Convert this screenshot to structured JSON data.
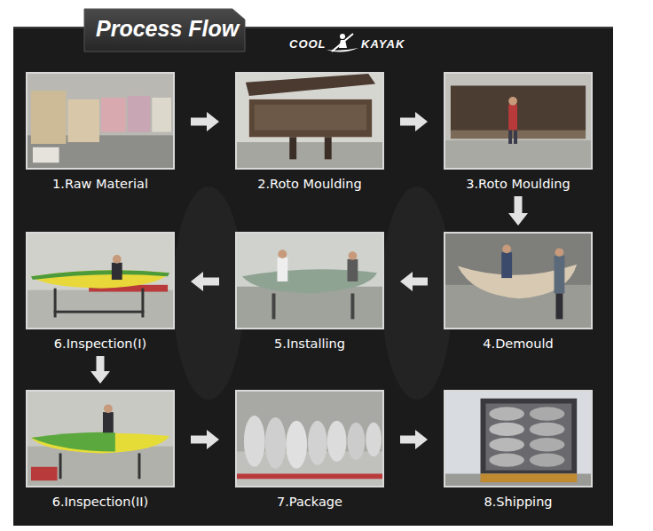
{
  "diagram": {
    "title": "Process Flow",
    "nodes": [
      {
        "text": [
          "1.Raw Material"
        ]
      },
      {
        "text": [
          "2.Roto Moulding"
        ]
      },
      {
        "text": [
          "3.Roto Moulding"
        ]
      },
      {
        "text": [
          "4.Demould"
        ]
      },
      {
        "text": [
          "5.Installing"
        ]
      },
      {
        "text": [
          "6.Inspection(I)"
        ]
      },
      {
        "text": [
          "6.Inspection(II)"
        ]
      },
      {
        "text": [
          "7.Package"
        ]
      },
      {
        "text": [
          "8.Shipping"
        ]
      }
    ],
    "edges": [
      {
        "from": 0,
        "to": 1,
        "arrow": "to"
      },
      {
        "from": 1,
        "to": 2,
        "arrow": "to"
      },
      {
        "from": 2,
        "to": 3,
        "arrow": "to"
      },
      {
        "from": 3,
        "to": 4,
        "arrow": "to"
      },
      {
        "from": 4,
        "to": 5,
        "arrow": "to"
      },
      {
        "from": 5,
        "to": 6,
        "arrow": "to"
      },
      {
        "from": 6,
        "to": 7,
        "arrow": "to"
      },
      {
        "from": 7,
        "to": 8,
        "arrow": "to"
      }
    ],
    "labels": [
      "COOL",
      "KAYAK"
    ]
  }
}
